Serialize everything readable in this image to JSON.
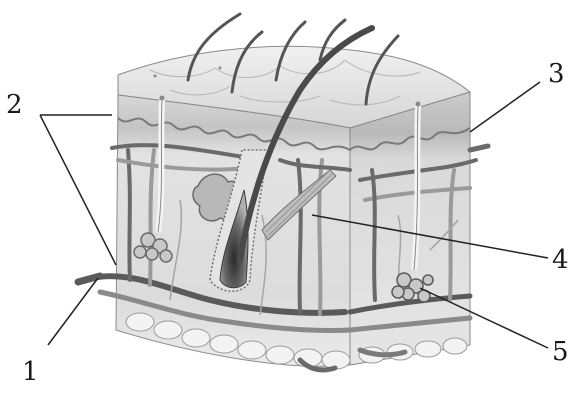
{
  "labels": {
    "l1": "1",
    "l2": "2",
    "l3": "3",
    "l4": "4",
    "l5": "5"
  },
  "colors": {
    "epidermis": "#cfcfcf",
    "dermis": "#dedede",
    "fat": "#efefef",
    "vessel_dark": "#5a5a5a",
    "vessel_light": "#9a9a9a",
    "hair": "#4a4a4a",
    "line": "#222222"
  }
}
